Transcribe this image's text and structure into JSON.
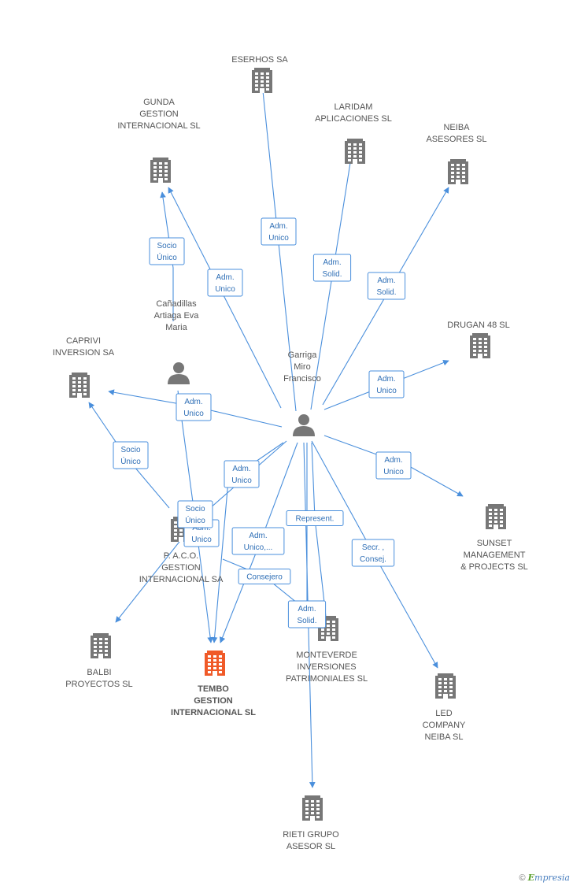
{
  "colors": {
    "edge": "#4a8fdc",
    "node": "#777777",
    "focus": "#f05a28",
    "rel_text": "#2f6fb6"
  },
  "watermark": {
    "copyright": "©",
    "brand_initial": "E",
    "brand_rest": "mpresia"
  },
  "nodes": [
    {
      "id": "eserhos",
      "type": "company",
      "label": [
        "ESERHOS SA"
      ]
    },
    {
      "id": "laridam",
      "type": "company",
      "label": [
        "LARIDAM",
        "APLICACIONES SL"
      ]
    },
    {
      "id": "gunda",
      "type": "company",
      "label": [
        "GUNDA",
        "GESTION",
        "INTERNACIONAL SL"
      ]
    },
    {
      "id": "neiba",
      "type": "company",
      "label": [
        "NEIBA",
        "ASESORES SL"
      ]
    },
    {
      "id": "drugan",
      "type": "company",
      "label": [
        "DRUGAN 48 SL"
      ]
    },
    {
      "id": "canadillas",
      "type": "person",
      "label": [
        "Cañadillas",
        "Artiaga Eva",
        "Maria"
      ]
    },
    {
      "id": "caprivi",
      "type": "company",
      "label": [
        "CAPRIVI",
        "INVERSION SA"
      ]
    },
    {
      "id": "garriga",
      "type": "person",
      "label": [
        "Garriga",
        "Miro",
        "Francisco"
      ]
    },
    {
      "id": "sunset",
      "type": "company",
      "label": [
        "SUNSET",
        "MANAGEMENT",
        "& PROJECTS SL"
      ]
    },
    {
      "id": "paco",
      "type": "company",
      "label": [
        "P. A.C.O.",
        "GESTION",
        "INTERNACIONAL SA"
      ]
    },
    {
      "id": "balbi",
      "type": "company",
      "label": [
        "BALBI",
        "PROYECTOS SL"
      ]
    },
    {
      "id": "tembo",
      "type": "focus",
      "label": [
        "TEMBO",
        "GESTION",
        "INTERNACIONAL SL"
      ]
    },
    {
      "id": "monteverde",
      "type": "company",
      "label": [
        "MONTEVERDE",
        "INVERSIONES",
        "PATRIMONIALES SL"
      ]
    },
    {
      "id": "led",
      "type": "company",
      "label": [
        "LED",
        "COMPANY",
        "NEIBA SL"
      ]
    },
    {
      "id": "rieti",
      "type": "company",
      "label": [
        "RIETI GRUPO",
        "ASESOR SL"
      ]
    }
  ],
  "relations": [
    {
      "from": "garriga",
      "to": "eserhos",
      "label": [
        "Adm.",
        "Unico"
      ]
    },
    {
      "from": "garriga",
      "to": "laridam",
      "label": [
        "Adm.",
        "Solid."
      ]
    },
    {
      "from": "garriga",
      "to": "gunda",
      "label": [
        "Adm.",
        "Unico"
      ]
    },
    {
      "from": "canadillas",
      "to": "gunda",
      "label": [
        "Socio",
        "Único"
      ]
    },
    {
      "from": "garriga",
      "to": "neiba",
      "label": [
        "Adm.",
        "Solid."
      ]
    },
    {
      "from": "garriga",
      "to": "drugan",
      "label": [
        "Adm.",
        "Unico"
      ]
    },
    {
      "from": "garriga",
      "to": "caprivi",
      "label": [
        "Adm.",
        "Unico"
      ]
    },
    {
      "from": "paco",
      "to": "caprivi",
      "label": [
        "Socio",
        "Único"
      ]
    },
    {
      "from": "garriga",
      "to": "sunset",
      "label": [
        "Adm.",
        "Unico"
      ]
    },
    {
      "from": "garriga",
      "to": "balbi",
      "label": [
        "Adm.",
        "Unico"
      ]
    },
    {
      "from": "canadillas",
      "to": "tembo",
      "label": [
        "Socio",
        "Único"
      ]
    },
    {
      "from": "garriga",
      "to": "tembo",
      "label": [
        "Adm.",
        "Unico"
      ]
    },
    {
      "from": "garriga",
      "to": "tembo",
      "label": [
        "Adm.",
        "Unico,..."
      ]
    },
    {
      "from": "paco",
      "to": "monteverde",
      "label": [
        "Consejero"
      ]
    },
    {
      "from": "garriga",
      "to": "monteverde",
      "label": [
        "Represent."
      ]
    },
    {
      "from": "garriga",
      "to": "monteverde",
      "label": [
        "Adm.",
        "Solid."
      ]
    },
    {
      "from": "garriga",
      "to": "led",
      "label": [
        "Secr. ,",
        "Consej."
      ]
    },
    {
      "from": "garriga",
      "to": "rieti",
      "label": []
    }
  ]
}
